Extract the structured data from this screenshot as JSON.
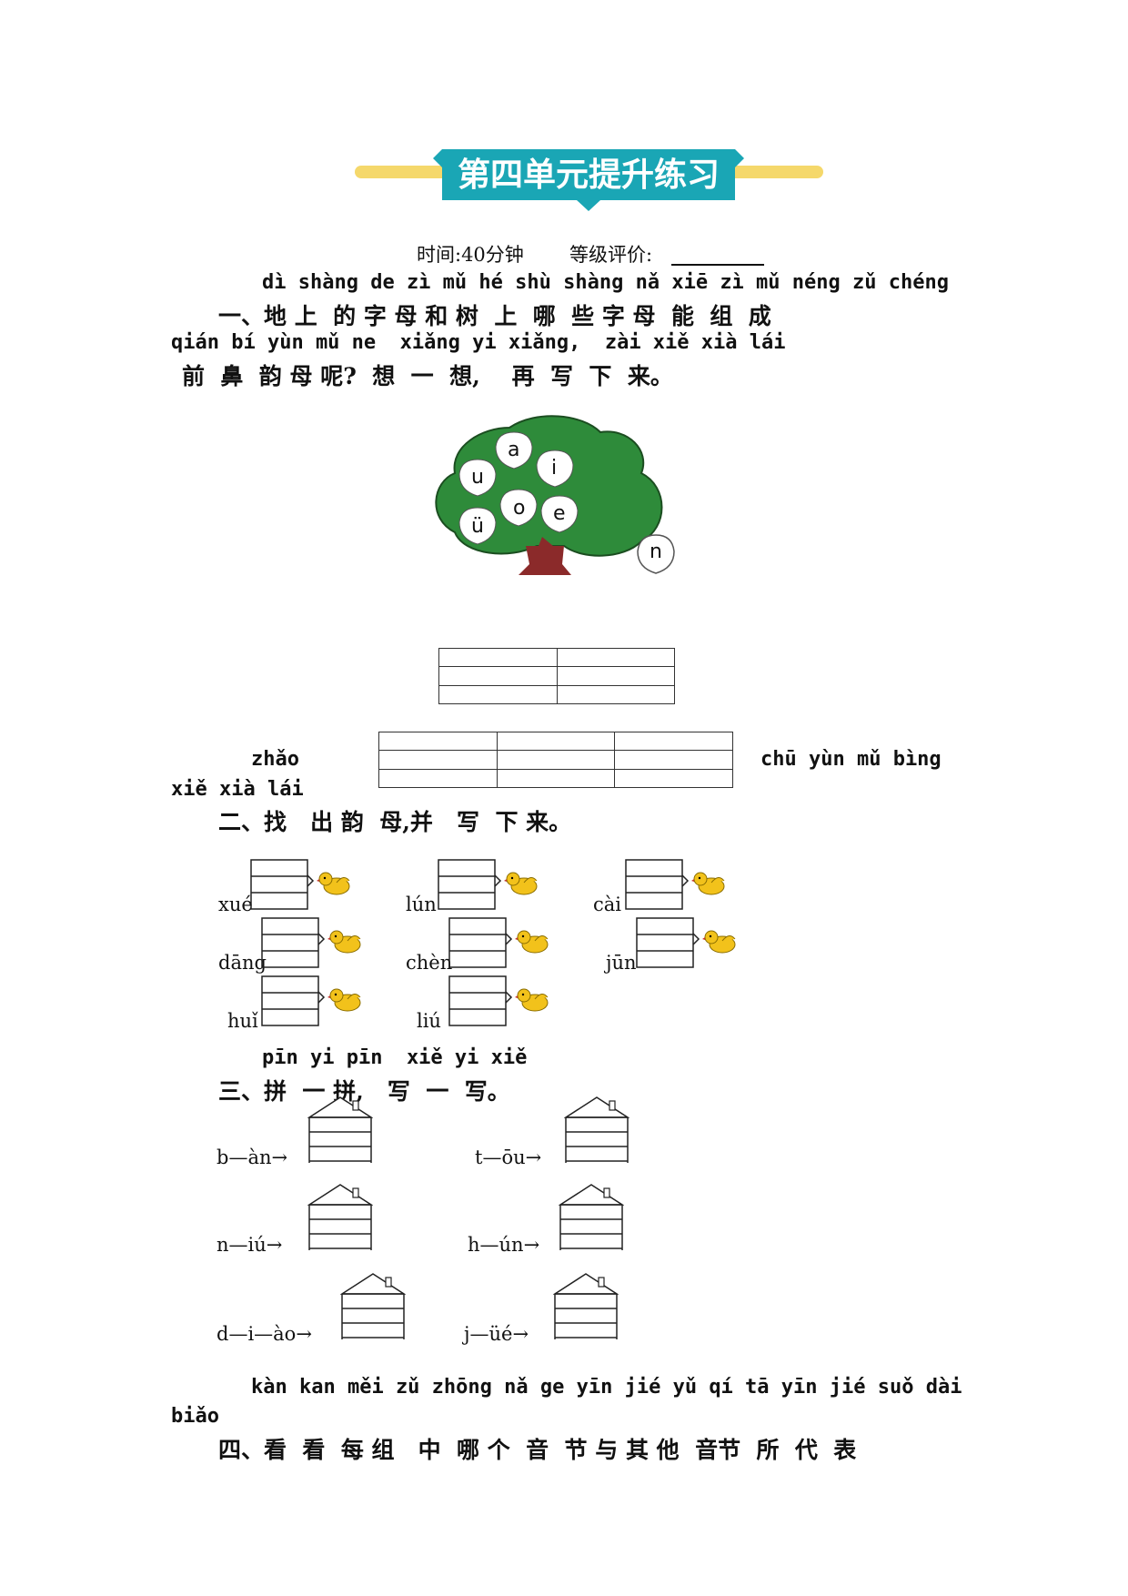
{
  "title": "第四单元提升练习",
  "colors": {
    "banner": "#1aa6b5",
    "bar": "#f5d86b",
    "tree": "#2e8b3a",
    "trunk": "#8b2a2a",
    "bird": "#f2c21b"
  },
  "meta": {
    "time": "时间:40分钟",
    "grade": "等级评价:"
  },
  "q1": {
    "pinyin1": "dì shàng de zì mǔ hé shù shàng nǎ xiē zì mǔ néng zǔ chéng",
    "line1": "一、地 上  的 字 母 和 树  上  哪  些 字 母  能  组  成",
    "pinyin2": "qián bí yùn mǔ ne  xiǎng yi xiǎng,  zài xiě xià lái",
    "line2": "前  鼻  韵 母 呢?  想  一  想,    再  写  下  来。",
    "letters": [
      "a",
      "u",
      "i",
      "o",
      "ü",
      "e",
      "n"
    ]
  },
  "q2": {
    "pinyin_a": "zhǎo",
    "pinyin_b": "chū yùn mǔ bìng",
    "pinyin_c": "xiě xià lái",
    "line": "二、找   出 韵  母,并   写  下 来。",
    "words": [
      "xué",
      "lún",
      "cài",
      "dāng",
      "chèn",
      "jūn",
      "huǐ",
      "liú"
    ]
  },
  "q3": {
    "pinyin": "pīn yi pīn  xiě yi xiě",
    "line": "三、拼  一 拼,   写  一  写。",
    "items": [
      "b—àn→",
      "t—ōu→",
      "n—iú→",
      "h—ún→",
      "d—i—ào→",
      "j—üé→"
    ]
  },
  "q4": {
    "pinyin1": "kàn kan měi zǔ zhōng nǎ ge yīn jié yǔ qí tā yīn jié suǒ dài",
    "pinyin2": "biǎo",
    "line": "四、看  看  每 组   中  哪 个  音  节 与 其 他  音节  所  代  表"
  }
}
